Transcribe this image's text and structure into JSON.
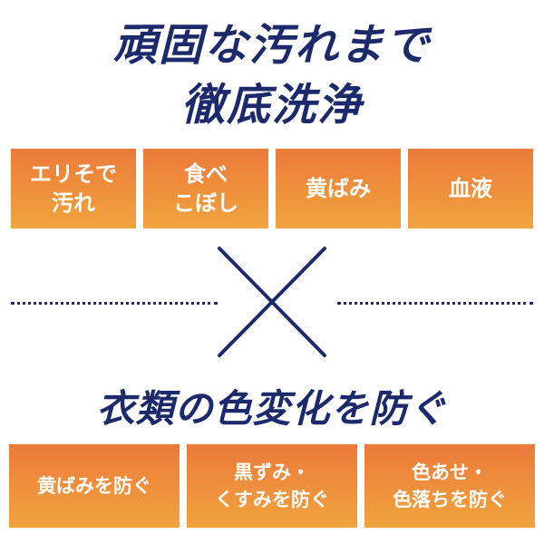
{
  "headline": {
    "line1": "頑固な汚れまで",
    "line2": "徹底洗浄"
  },
  "stains": [
    {
      "label": "エリそで\n汚れ"
    },
    {
      "label": "食べ\nこぼし"
    },
    {
      "label": "黄ばみ"
    },
    {
      "label": "血液"
    }
  ],
  "separator": {
    "icon": "cross-icon",
    "color": "#1c2a6b"
  },
  "protect_headline": "衣類の色変化を防ぐ",
  "protect": [
    {
      "label": "黄ばみを防ぐ"
    },
    {
      "label": "黒ずみ・\nくすみを防ぐ"
    },
    {
      "label": "色あせ・\n色落ちを防ぐ"
    }
  ],
  "colors": {
    "navy": "#1c2a6b",
    "orange_top": "#ec7a3a",
    "orange_bottom": "#f0a43e"
  }
}
